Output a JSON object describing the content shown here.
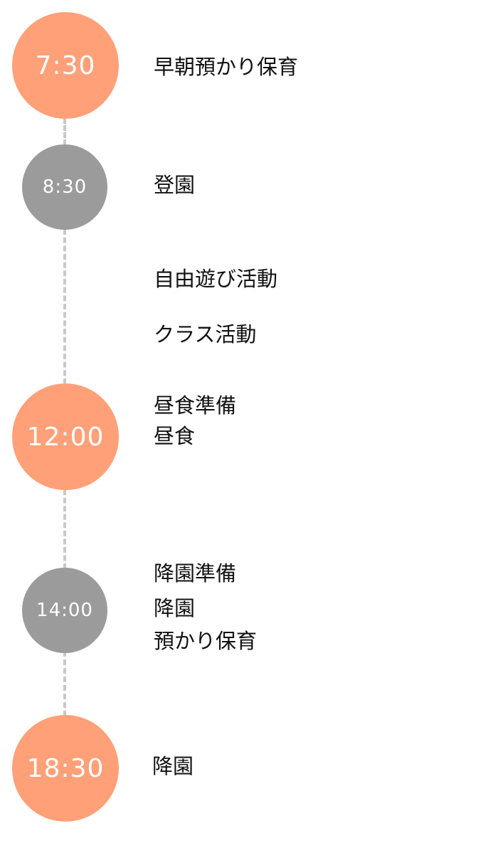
{
  "timeline": {
    "times": {
      "t0730": "7:30",
      "t0830": "8:30",
      "t1200": "12:00",
      "t1400": "14:00",
      "t1830": "18:30"
    },
    "activities": {
      "early_care": "早朝預かり保育",
      "arrival": "登園",
      "free_play": "自由遊び活動",
      "class_activity": "クラス活動",
      "lunch_prep": "昼食準備",
      "lunch": "昼食",
      "departure_prep": "降園準備",
      "departure": "降園",
      "extended_care": "預かり保育",
      "final_departure": "降園"
    },
    "colors": {
      "accent": "#ffa078",
      "secondary": "#9b9b9b",
      "connector": "#c8c8c8"
    }
  }
}
